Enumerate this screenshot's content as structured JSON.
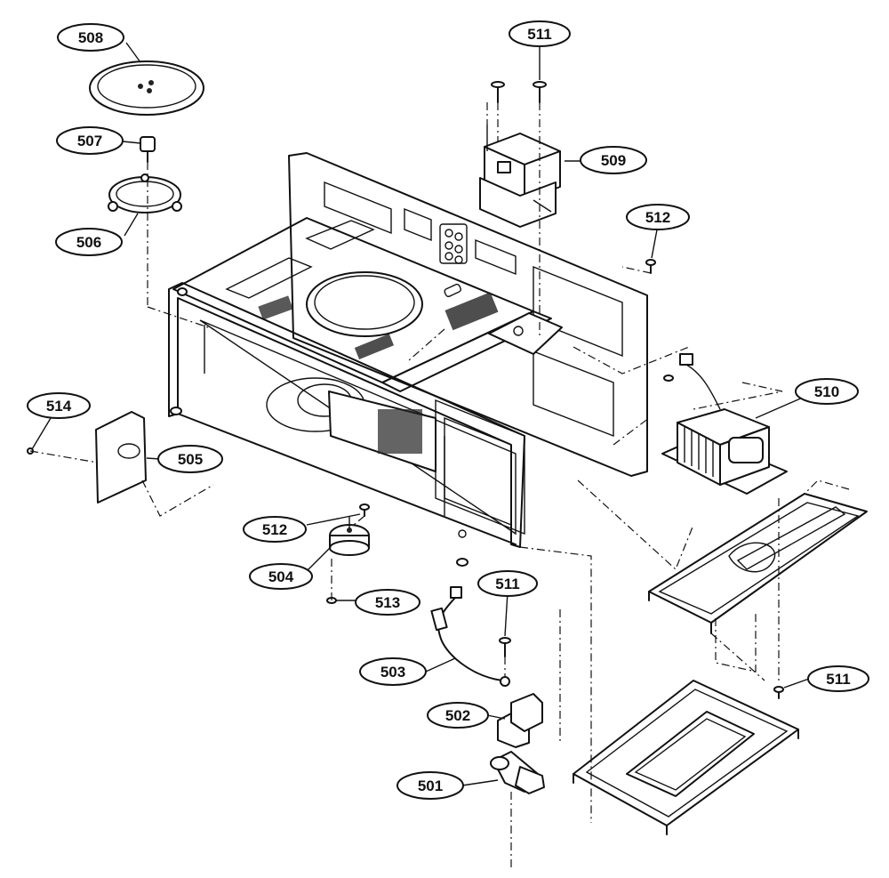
{
  "labels": {
    "p501": "501",
    "p502": "502",
    "p503": "503",
    "p504": "504",
    "p505": "505",
    "p506": "506",
    "p507": "507",
    "p508": "508",
    "p509": "509",
    "p510": "510",
    "p511_top": "511",
    "p511_mid": "511",
    "p511_right": "511",
    "p512_top": "512",
    "p512_left": "512",
    "p513": "513",
    "p514": "514"
  }
}
